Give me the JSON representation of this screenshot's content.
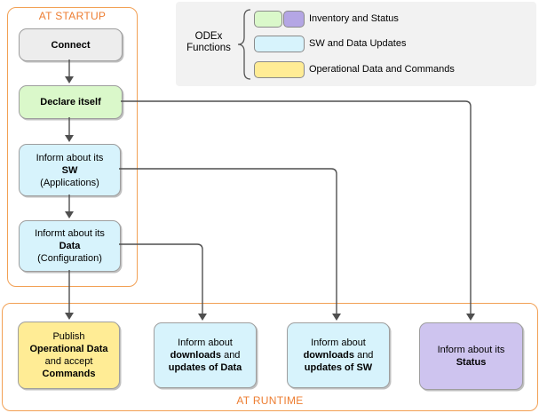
{
  "colors": {
    "section_border": "#F2A054",
    "section_label": "#ED7D31",
    "connector": "#4F4F4F",
    "gray_fill": "#EDEDED",
    "green_fill": "#DAF8CA",
    "blue_fill": "#D7F3FC",
    "yellow_fill": "#FFEC95",
    "purple_status_fill": "#CEC4EF",
    "purple_legend_fill": "#B4A6E4",
    "legend_bg": "#F2F2F2"
  },
  "startup": {
    "label": "AT STARTUP",
    "connect": {
      "text": "Connect"
    },
    "declare": {
      "text": "Declare itself"
    },
    "sw": {
      "l1": "Inform about its",
      "l2": "SW",
      "l3": "(Applications)"
    },
    "data": {
      "l1": "Informt about its",
      "l2": "Data",
      "l3": "(Configuration)"
    }
  },
  "runtime": {
    "label": "AT RUNTIME",
    "publish": {
      "l1": "Publish",
      "l2": "Operational Data",
      "l3": "and accept",
      "l4": "Commands"
    },
    "data_updates": {
      "l1": "Inform about",
      "l2a": "downloads",
      "l2b": " and",
      "l3": "updates of Data"
    },
    "sw_updates": {
      "l1": "Inform about",
      "l2a": "downloads",
      "l2b": " and",
      "l3": "updates of SW"
    },
    "status": {
      "l1": "Inform about its",
      "l2": "Status"
    }
  },
  "legend": {
    "title_l1": "ODEx",
    "title_l2": "Functions",
    "items": [
      {
        "label": "Inventory and Status"
      },
      {
        "label": "SW and Data Updates"
      },
      {
        "label": "Operational Data and Commands"
      }
    ]
  }
}
